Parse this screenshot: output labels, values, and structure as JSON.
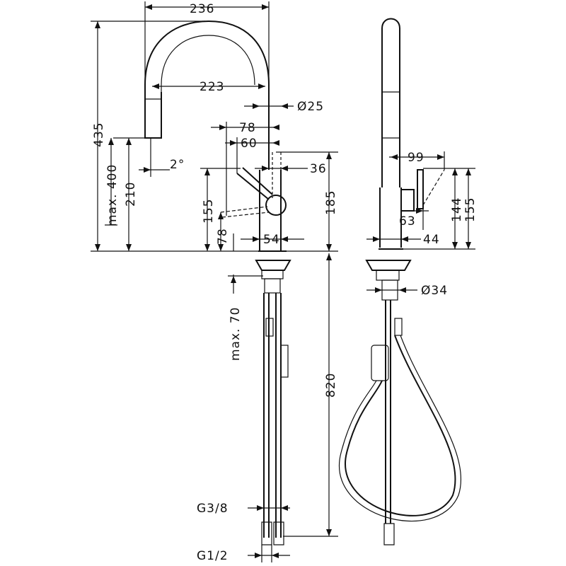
{
  "drawing": {
    "front_view": {
      "dim_width_top": "236",
      "dim_spout_reach": "223",
      "dim_spout_diameter": "Ø25",
      "dim_handle_78": "78",
      "dim_handle_60": "60",
      "dim_handle_36": "36",
      "dim_total_height": "435",
      "dim_max_400": "max. 400",
      "dim_210": "210",
      "dim_angle": "2°",
      "dim_155": "155",
      "dim_78_vertical": "78",
      "dim_54": "54",
      "dim_185": "185",
      "dim_max_70": "max. 70",
      "dim_820": "820",
      "dim_g38": "G3/8",
      "dim_g12": "G1/2"
    },
    "side_view": {
      "dim_99": "99",
      "dim_144": "144",
      "dim_155": "155",
      "dim_63": "63",
      "dim_44": "44",
      "dim_34": "Ø34"
    }
  }
}
